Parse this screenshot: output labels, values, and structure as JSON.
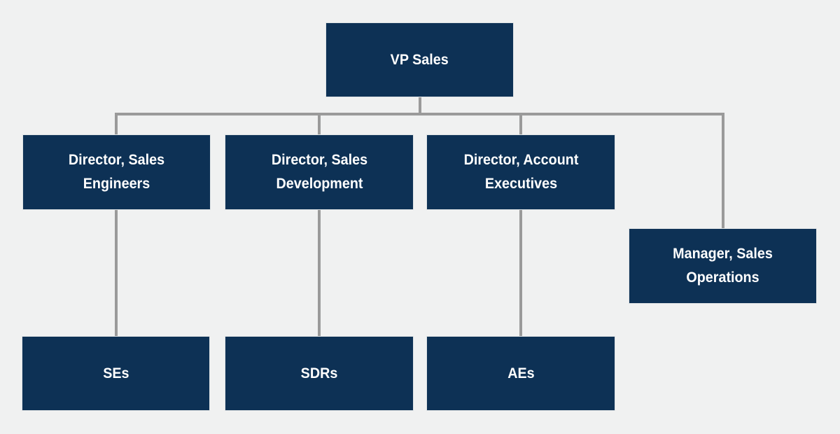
{
  "diagram": {
    "type": "org-chart",
    "colors": {
      "background": "#f0f1f1",
      "node_fill": "#0d3155",
      "node_text": "#ffffff",
      "connector": "#9a9a9a"
    },
    "nodes": {
      "vp_sales": {
        "label": "VP Sales",
        "reports_to": null
      },
      "director_sales_engineers": {
        "label": "Director, Sales Engineers",
        "reports_to": "VP Sales"
      },
      "director_sales_development": {
        "label": "Director, Sales Development",
        "reports_to": "VP Sales"
      },
      "director_account_executives": {
        "label": "Director, Account Executives",
        "reports_to": "VP Sales"
      },
      "manager_sales_operations": {
        "label": "Manager, Sales Operations",
        "reports_to": "VP Sales"
      },
      "ses": {
        "label": "SEs",
        "reports_to": "Director, Sales Engineers"
      },
      "sdrs": {
        "label": "SDRs",
        "reports_to": "Director, Sales Development"
      },
      "aes": {
        "label": "AEs",
        "reports_to": "Director, Account Executives"
      }
    }
  }
}
